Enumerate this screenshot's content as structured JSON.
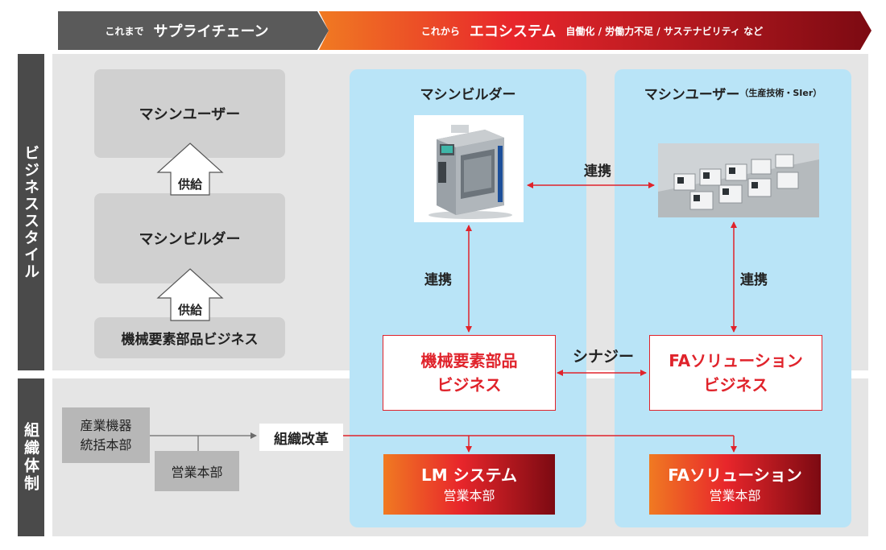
{
  "header": {
    "before_prefix": "これまで",
    "before_title": "サプライチェーン",
    "after_prefix": "これから",
    "after_title": "エコシステム",
    "after_suffix": "自働化 / 労働力不足 / サステナビリティ など"
  },
  "side_labels": {
    "business_style": "ビジネススタイル",
    "organization": "組織体制"
  },
  "past": {
    "machine_user": "マシンユーザー",
    "supply_1": "供給",
    "machine_builder": "マシンビルダー",
    "supply_2": "供給",
    "parts_business": "機械要素部品ビジネス"
  },
  "builder_panel": {
    "title": "マシンビルダー",
    "link_label": "連携",
    "business_line1": "機械要素部品",
    "business_line2": "ビジネス",
    "dept_title": "LM システム",
    "dept_sub": "営業本部"
  },
  "user_panel": {
    "title": "マシンユーザー",
    "title_note": "（生産技術・SIer）",
    "link_label": "連携",
    "business_line1": "FAソリューション",
    "business_line2": "ビジネス",
    "dept_title": "FAソリューション",
    "dept_sub": "営業本部"
  },
  "cross_link_label": "連携",
  "synergy_label": "シナジー",
  "org": {
    "hq_line1": "産業機器",
    "hq_line2": "統括本部",
    "sales_hq": "営業本部",
    "reform": "組織改革"
  },
  "colors": {
    "accent_red": "#e0232b",
    "light_blue": "#b9e4f7",
    "gray_band": "#e5e5e5",
    "dark_band": "#4a4a4a"
  }
}
